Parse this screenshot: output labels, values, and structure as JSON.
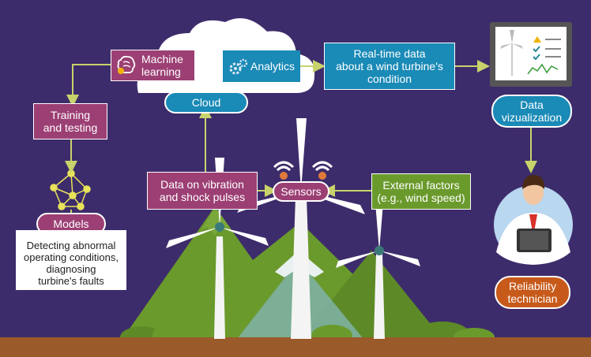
{
  "labels": {
    "machine_learning": "Machine\nlearning",
    "analytics": "Analytics",
    "cloud": "Cloud",
    "realtime": "Real-time data\nabout a wind turbine's\ncondition",
    "training": "Training\nand testing",
    "models": "Models",
    "models_desc": "Detecting abnormal\noperating conditions,\ndiagnosing\nturbine's faults",
    "data_viz": "Data\nvizualization",
    "vibration": "Data on vibration\nand shock pulses",
    "sensors": "Sensors",
    "external": "External factors\n(e.g., wind speed)",
    "reliability": "Reliability\ntechnician"
  },
  "colors": {
    "background": "#3d2c6b",
    "ml_box": "#9c3f74",
    "analytics_box": "#1a8ab7",
    "realtime_box": "#1a8ab7",
    "cloud_pill": "#1a8ab7",
    "training_box": "#9c3f74",
    "models_pill": "#9c3f74",
    "data_viz_pill": "#1a8ab7",
    "vibration_box": "#9c3f74",
    "sensors_pill": "#9c3f74",
    "external_box": "#6b9a2c",
    "reliability_pill": "#c75a1a",
    "arrow": "#c7d36b",
    "mountain": "#6b9a2c",
    "ground": "#9b5a2a"
  },
  "icons": [
    "brain-gear-icon",
    "gears-icon",
    "monitor-chart-icon",
    "neural-network-icon",
    "wifi-signal-icon",
    "wind-turbine-icon",
    "technician-icon"
  ]
}
